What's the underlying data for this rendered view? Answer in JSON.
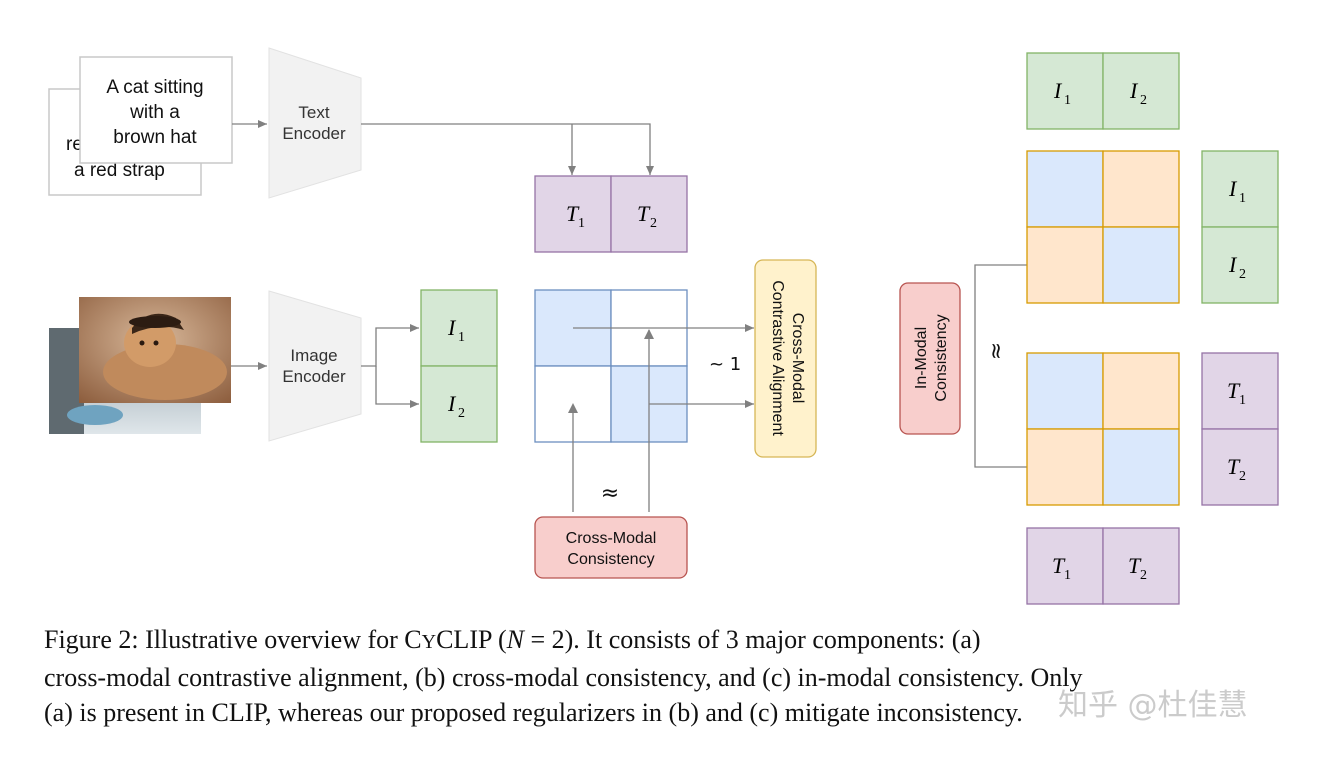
{
  "text_cards": {
    "front": [
      "A cat sitting",
      "with a",
      "brown hat"
    ],
    "back_left": "re",
    "back_bottom": "a red strap"
  },
  "encoders": {
    "text": [
      "Text",
      "Encoder"
    ],
    "image": [
      "Image",
      "Encoder"
    ]
  },
  "embeddings": {
    "t1": "T",
    "t2": "T",
    "i1": "I",
    "i2": "I",
    "sub1": "1",
    "sub2": "2"
  },
  "labels": {
    "approx_one": "~ 1",
    "approx": "≈",
    "cross_modal_alignment": [
      "Cross-Modal",
      "Contrastive Alignment"
    ],
    "cross_modal_consistency": [
      "Cross-Modal",
      "Consistency"
    ],
    "in_modal_consistency": [
      "In-Modal",
      "Consistency"
    ]
  },
  "colors": {
    "green_fill": "#d5e8d4",
    "green_stroke": "#82b366",
    "purple_fill": "#e1d5e7",
    "purple_stroke": "#9673a6",
    "blue_fill": "#dae8fc",
    "blue_stroke": "#6c8ebf",
    "orange_fill": "#ffe6cc",
    "orange_stroke": "#d79b00",
    "red_fill": "#f8cecc",
    "red_stroke": "#b85450",
    "yellow_fill": "#fff2cc",
    "yellow_stroke": "#d6b656",
    "encoder_fill": "#f2f2f2",
    "arrow": "#808080"
  },
  "caption": {
    "line1_pre": "Figure 2: Illustrative overview for C",
    "line1_sc": "Y",
    "line1_mid": "CLIP (",
    "line1_var": "N",
    "line1_post": " = 2).  It consists of 3 major components: (a)",
    "line2": "cross-modal contrastive alignment, (b) cross-modal consistency, and (c) in-modal consistency. Only",
    "line3": "(a) is present in CLIP, whereas our proposed regularizers in (b) and (c) mitigate inconsistency."
  },
  "watermark": "知乎 @杜佳慧"
}
